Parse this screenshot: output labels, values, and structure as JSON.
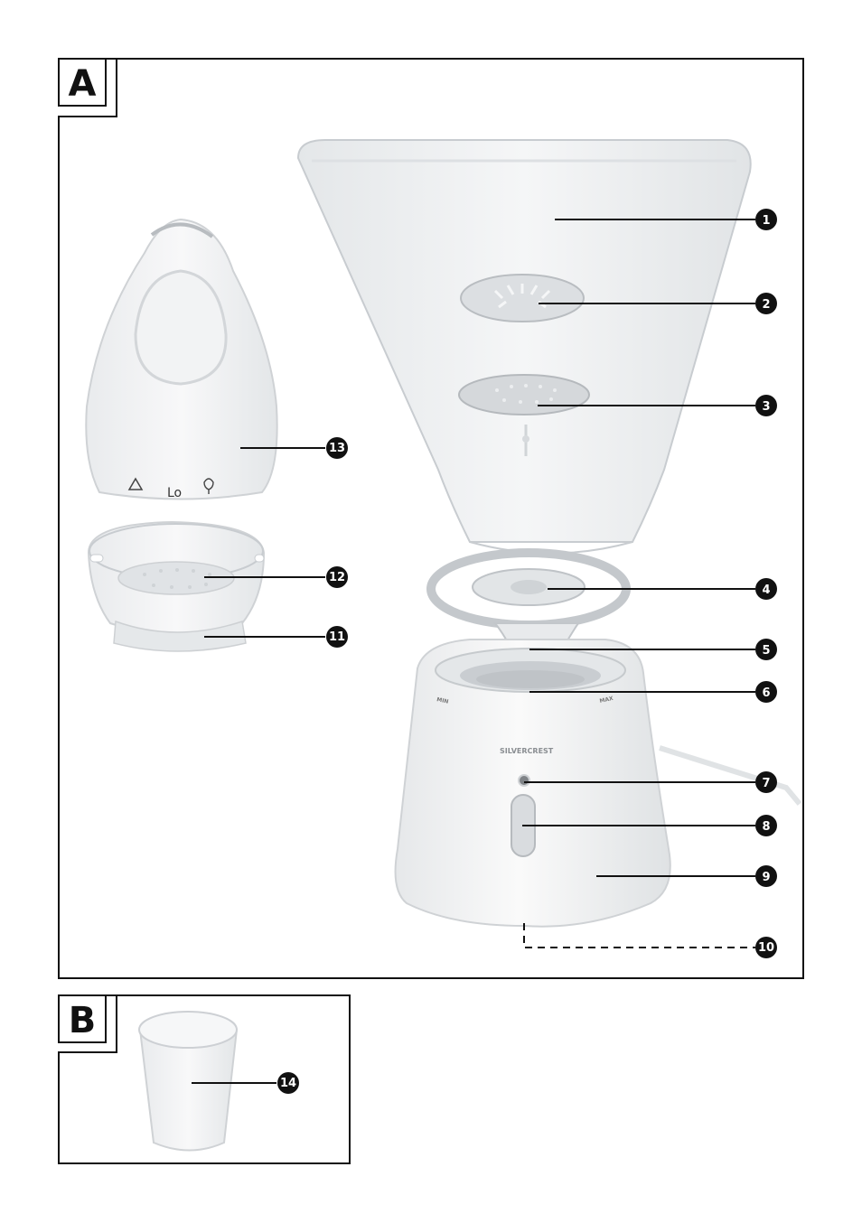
{
  "panels": {
    "a": {
      "letter": "A"
    },
    "b": {
      "letter": "B"
    }
  },
  "labels": {
    "lo": "Lo",
    "min": "MIN",
    "max": "MAX",
    "brand": "SILVERCREST"
  },
  "callouts": [
    "1",
    "2",
    "3",
    "4",
    "5",
    "6",
    "7",
    "8",
    "9",
    "10",
    "11",
    "12",
    "13",
    "14"
  ],
  "colors": {
    "line": "#111111",
    "plastic": "#eef0f1",
    "plastic_edge": "#c9cdd0",
    "base": "#f2f3f4"
  }
}
